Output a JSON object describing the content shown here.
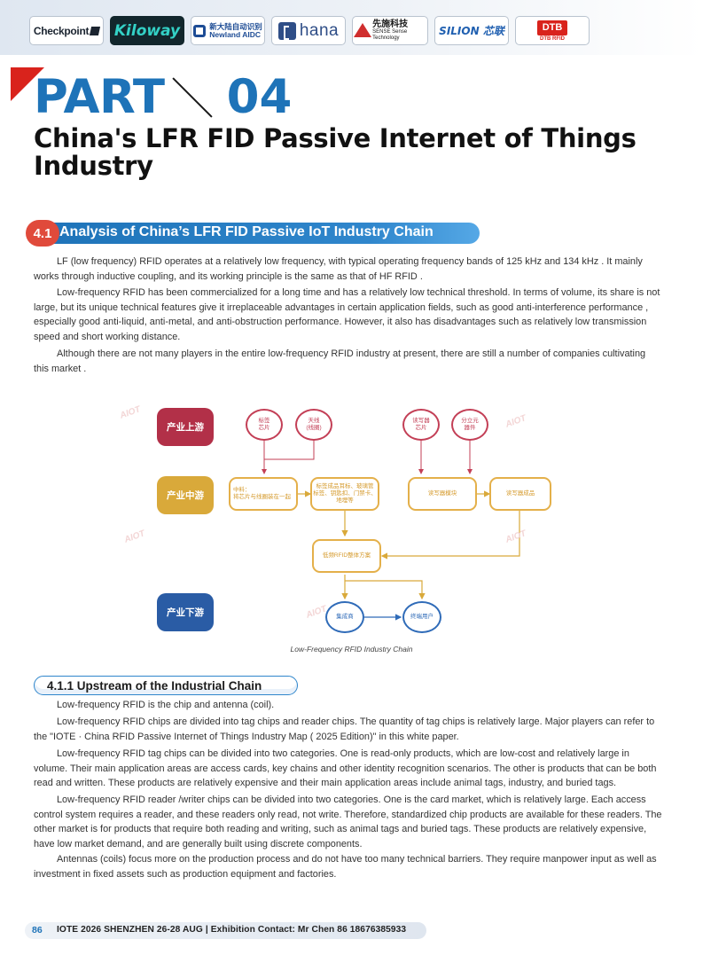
{
  "logos": [
    {
      "id": "checkpoint",
      "text": "Checkpoint"
    },
    {
      "id": "kiloway",
      "text": "Kiloway"
    },
    {
      "id": "newland",
      "cn": "新大陆自动识别",
      "en": "Newland AIDC"
    },
    {
      "id": "hana",
      "text": "hana"
    },
    {
      "id": "sense",
      "cn": "先施科技",
      "en": "SENSE Sense Technology"
    },
    {
      "id": "silion",
      "text": "SILION 芯联"
    },
    {
      "id": "dtb",
      "text": "DTB",
      "sub": "DTB RFID"
    }
  ],
  "part": {
    "word": "PART",
    "number": "04"
  },
  "chapter_title": "China's LFR FID Passive Internet of Things Industry",
  "section": {
    "number": "4.1",
    "title": "Analysis of China’s LFR FID Passive IoT Industry Chain",
    "paragraphs": [
      "LF (low frequency) RFID operates at a relatively low frequency, with typical operating frequency bands of 125 kHz and 134 kHz . It mainly works through inductive coupling, and its working principle is the same as that of HF RFID .",
      "Low-frequency RFID has been commercialized for a long time and has a relatively low technical threshold. In terms of volume, its share is not large, but its unique technical features give it irreplaceable advantages in certain application fields, such as good anti-interference performance , especially good anti-liquid, anti-metal, and anti-obstruction performance. However, it also has disadvantages such as relatively low transmission speed and short working distance.",
      "Although there are not many players in the entire low-frequency RFID industry at present, there are still a number of companies cultivating this market ."
    ]
  },
  "diagram": {
    "tiers": {
      "upstream": "产业上游",
      "midstream": "产业中游",
      "downstream": "产业下游"
    },
    "nodes": {
      "tag_chip": "标签\n芯片",
      "antenna": "天线\n(线圈)",
      "reader_chip": "读写器\n芯片",
      "discrete": "分立元\n器件",
      "inlay": "中料：\n将芯片与线圈装在一起",
      "tag_products": "标签成品耳标、玻璃管\n标签、钥匙扣、门禁卡、\n地埋等",
      "reader_module": "读写器模块",
      "reader_product": "读写器成品",
      "solution": "低频RFID整体方案",
      "integrator": "集成商",
      "end_user": "终端用户"
    },
    "caption": "Low-Frequency RFID Industry Chain"
  },
  "subsection": {
    "title": "4.1.1 Upstream of the Industrial Chain",
    "paragraphs": [
      "Low-frequency RFID is the chip and antenna (coil).",
      "Low-frequency RFID chips are divided into tag chips and reader chips. The quantity of tag chips is relatively large. Major players can refer to the \"IOTE · China RFID Passive Internet of Things Industry Map ( 2025 Edition)\" in this white paper.",
      "Low-frequency RFID tag chips can be divided into two categories. One is read-only products, which are low-cost and relatively large in volume. Their main application areas are access cards, key chains and other identity recognition scenarios. The other is products that can be both read and written. These products are relatively expensive and their main application areas include animal tags, industry, and buried tags.",
      "Low-frequency RFID reader /writer chips can be divided into two categories. One is the card market, which is relatively large. Each access control system requires a reader, and these readers only read, not write. Therefore, standardized chip products are available for these readers. The other market is for products that require both reading and writing, such as animal tags and buried tags. These products are relatively expensive, have low market demand, and are generally built using discrete components.",
      "Antennas (coils) focus more on the production process and do not have too many technical barriers. They require manpower input as well as investment in fixed assets such as production equipment and factories."
    ]
  },
  "footer": {
    "page": "86",
    "text": "IOTE 2026 SHENZHEN 26-28 AUG  | Exhibition Contact:  Mr Chen 86 18676385933"
  },
  "colors": {
    "accent_blue": "#1e73b8",
    "accent_red": "#d9231c",
    "tier_up": "#b23048",
    "tier_mid": "#d9a93a",
    "tier_down": "#2a5ca5"
  }
}
